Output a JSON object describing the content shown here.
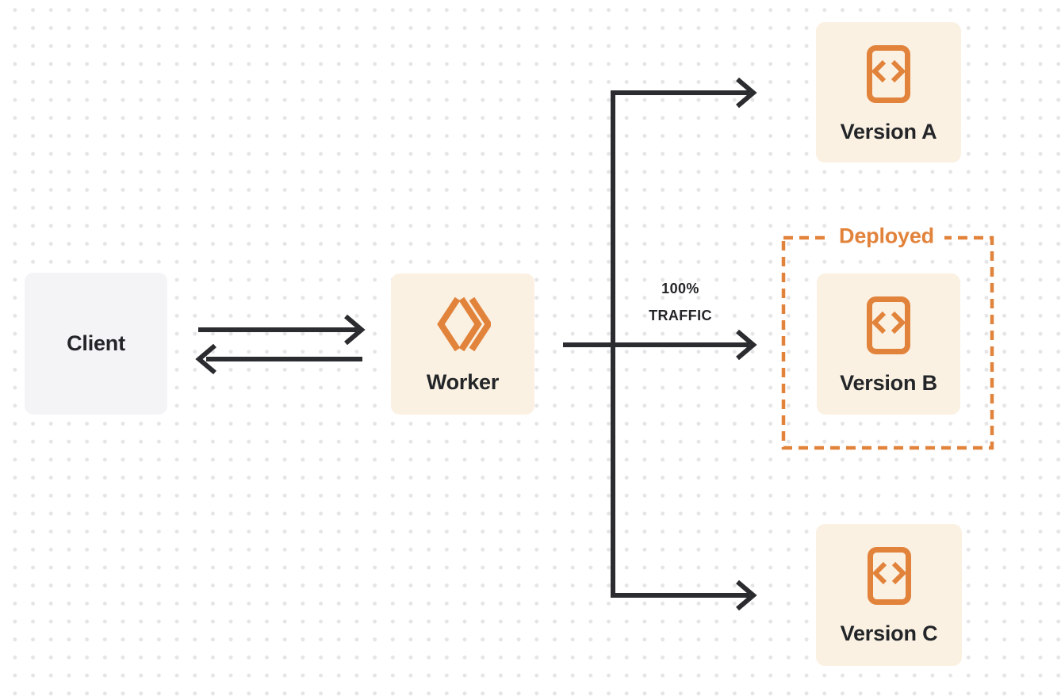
{
  "title": "Worker versions traffic routing diagram",
  "colors": {
    "orange": "#E2833C",
    "cream": "#FAF1E2",
    "gray-box": "#F4F4F6",
    "ink": "#232528",
    "arrow": "#2B2C2F",
    "dot": "#E5E5E7",
    "page": "#FFFFFF"
  },
  "nodes": {
    "client": {
      "label": "Client"
    },
    "worker": {
      "label": "Worker",
      "icon": "cloudflare-workers-icon"
    },
    "version_a": {
      "label": "Version A",
      "icon": "code-file-icon"
    },
    "version_b": {
      "label": "Version B",
      "icon": "code-file-icon"
    },
    "version_c": {
      "label": "Version C",
      "icon": "code-file-icon"
    }
  },
  "deployed": {
    "label": "Deployed"
  },
  "traffic": {
    "percent": "100%",
    "word": "TRAFFIC"
  }
}
